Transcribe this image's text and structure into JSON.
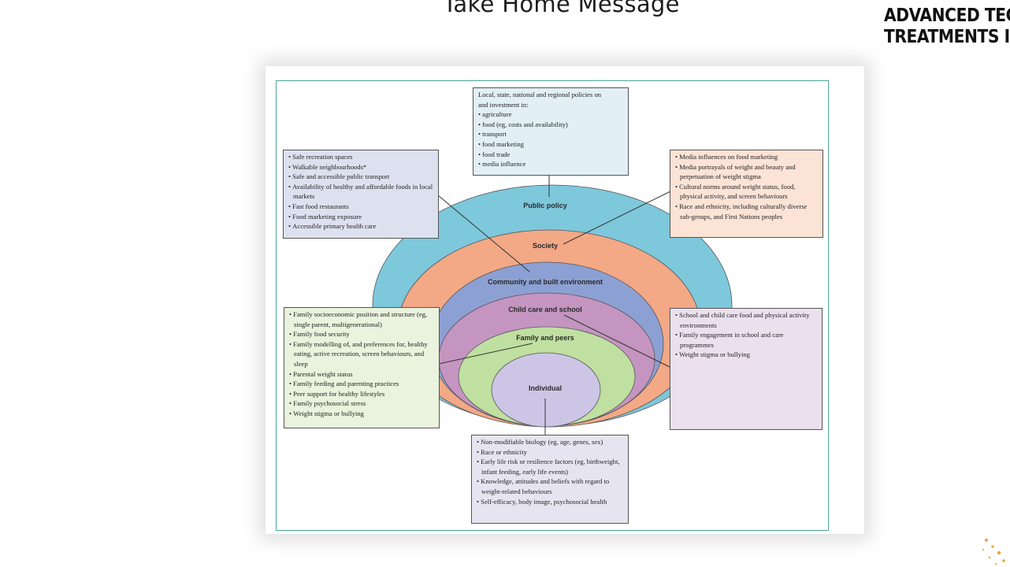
{
  "slide": {
    "title": "Take Home Message",
    "logo_line1": "ADVANCED TEC",
    "logo_line2": "TREATMENTS I"
  },
  "diagram": {
    "rings": [
      {
        "label": "Public policy",
        "color": "#7ec8dc"
      },
      {
        "label": "Society",
        "color": "#f3a886"
      },
      {
        "label": "Community and built environment",
        "color": "#8da0d3"
      },
      {
        "label": "Child care and school",
        "color": "#c495c1"
      },
      {
        "label": "Family and peers",
        "color": "#bfe0a0"
      },
      {
        "label": "Individual",
        "color": "#cdc5e6"
      }
    ],
    "boxes": {
      "policy": {
        "intro1": "Local, state, national and regional policies on",
        "intro2": "and investment in:",
        "items": [
          "agriculture",
          "food (eg, costs and availability)",
          "transport",
          "food marketing",
          "food trade",
          "media influence"
        ]
      },
      "community": {
        "items": [
          "Safe recreation spaces",
          "Walkable neighbourhoods*",
          "Safe and accessible public transport",
          "Availability of healthy and affordable foods in local markets",
          "Fast food restaurants",
          "Food marketing exposure",
          "Accessible primary health care"
        ]
      },
      "society": {
        "items": [
          "Media influences on food marketing",
          "Media portrayals of weight and beauty and perpetuation of weight stigma",
          "Cultural norms around weight status, food, physical activity, and screen behaviours",
          "Race and ethnicity, including culturally diverse sub-groups, and First Nations peoples"
        ]
      },
      "family": {
        "items": [
          "Family socioeconomic position and structure (eg, single parent, multigenerational)",
          "Family food security",
          "Family modelling of, and preferences for, healthy eating, active recreation, screen behaviours, and sleep",
          "Parental weight status",
          "Family feeding and parenting practices",
          "Peer support for healthy lifestyles",
          "Family psychosocial stress",
          "Weight stigma or bullying"
        ]
      },
      "school": {
        "items": [
          "School and child care food and physical activity environments",
          "Family engagement in school and care programmes",
          "Weight stigma or bullying"
        ]
      },
      "individual": {
        "items": [
          "Non-modifiable biology (eg, age, genes, sex)",
          "Race or ethnicity",
          "Early life risk or resilience factors (eg, birthweight, infant feeding, early life events)",
          "Knowledge, attitudes and beliefs with regard to weight-related behaviours",
          "Self-efficacy, body image, psychosocial health"
        ]
      }
    }
  }
}
